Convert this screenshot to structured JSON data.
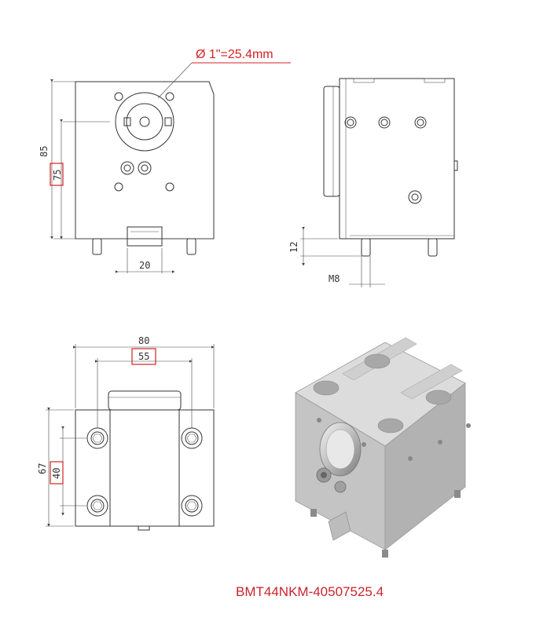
{
  "annotations": {
    "bore_callout": "Ø 1\"=25.4mm",
    "dim_height_85": "85",
    "dim_height_75": "75",
    "dim_width_20": "20",
    "dim_side_12": "12",
    "dim_thread_m8": "M8",
    "dim_width_80": "80",
    "dim_width_55": "55",
    "dim_depth_67": "67",
    "dim_depth_40": "40"
  },
  "part_number": "BMT44NKM-40507525.4",
  "colors": {
    "highlight": "#d42222",
    "linework": "#333333",
    "metal_light": "#d6d6d6",
    "metal_mid": "#bdbdbd",
    "metal_dark": "#9a9a9a"
  }
}
